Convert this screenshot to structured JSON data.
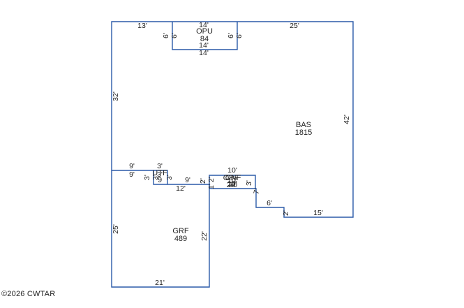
{
  "colors": {
    "wall": "#2b5aa8",
    "text": "#222222",
    "background": "#ffffff"
  },
  "areas": {
    "bas": {
      "name": "BAS",
      "value": "1815"
    },
    "opu": {
      "name": "OPU",
      "value": "84"
    },
    "grf": {
      "name": "GRF",
      "value": "489"
    },
    "utf": {
      "name": "UTF",
      "value": "9"
    },
    "opf": {
      "name": "OPF",
      "value": "20"
    },
    "cnf": {
      "name": "CNF",
      "value": "30"
    }
  },
  "dimensions": {
    "bas_top_left": "13'",
    "bas_top_right": "25'",
    "bas_left": "32'",
    "bas_right": "42'",
    "bas_bottom_right": "15'",
    "bas_step_v": "2'",
    "bas_step_h": "6'",
    "bas_diag": "7'",
    "opu_top": "14'",
    "opu_bottom_inner": "14'",
    "opu_bottom_outer": "14'",
    "opu_left_outer": "6'",
    "opu_left_inner": "6'",
    "opu_right_outer": "6'",
    "opu_right_inner": "6'",
    "grf_top_outer": "9'",
    "grf_top_inner": "9'",
    "grf_left": "25'",
    "grf_right": "22'",
    "grf_bottom": "21'",
    "utf_top": "3'",
    "utf_bottom": "3'",
    "utf_left_outer": "3'",
    "utf_left_inner": "3'",
    "utf_right": "3'",
    "step_h_9": "9'",
    "step_h_12": "12'",
    "step_v_2": "2'",
    "step_v_1": "1'",
    "cnf_top": "10'",
    "cnf_inner_top": "10'",
    "cnf_inner_bottom": "10'",
    "cnf_left": "2'",
    "cnf_right": "3'"
  },
  "copyright": "©2026 CWTAR"
}
